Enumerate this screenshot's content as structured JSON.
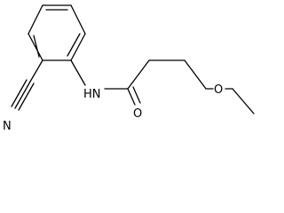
{
  "molecule": {
    "atoms": {
      "nitrile_n": "N",
      "amide_nh": "HN",
      "carbonyl_o": "O",
      "ether_o": "O"
    }
  }
}
